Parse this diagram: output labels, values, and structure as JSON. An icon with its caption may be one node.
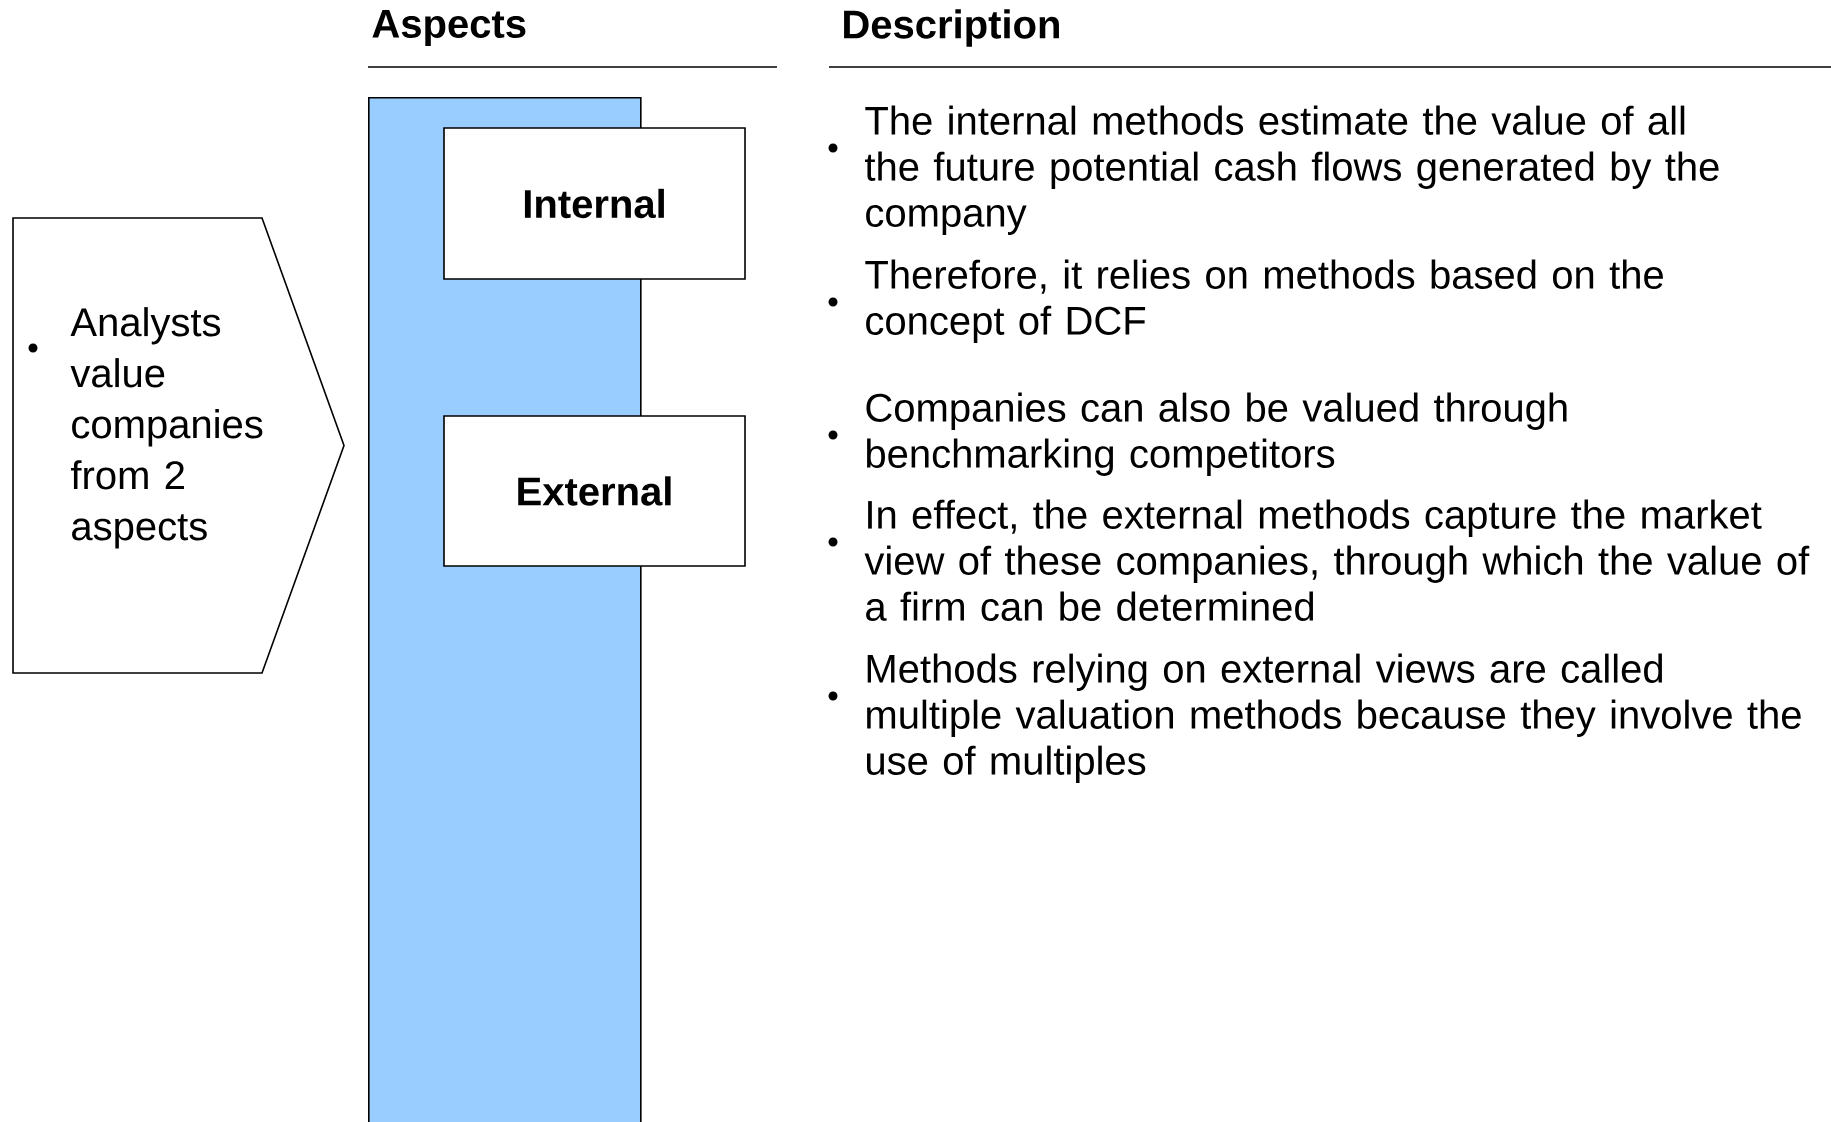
{
  "diagram": {
    "nodes": [
      {
        "text": [
          "Analysts value companies from 2 aspects"
        ]
      },
      {
        "text": [],
        "shape": "bar"
      },
      {
        "text": [
          "Internal"
        ]
      },
      {
        "text": [
          "External"
        ]
      }
    ],
    "labels": [
      "Aspects",
      "Description",
      "The internal methods estimate the value of all the future potential cash flows generated by the company",
      "Therefore, it relies on methods based on the concept of DCF",
      "Companies can also be valued through benchmarking competitors",
      "In effect, the external methods capture the market view of these companies, through which the value of a firm can be determined",
      "Methods relying on external views are called multiple valuation methods because they involve the use of multiples"
    ]
  }
}
